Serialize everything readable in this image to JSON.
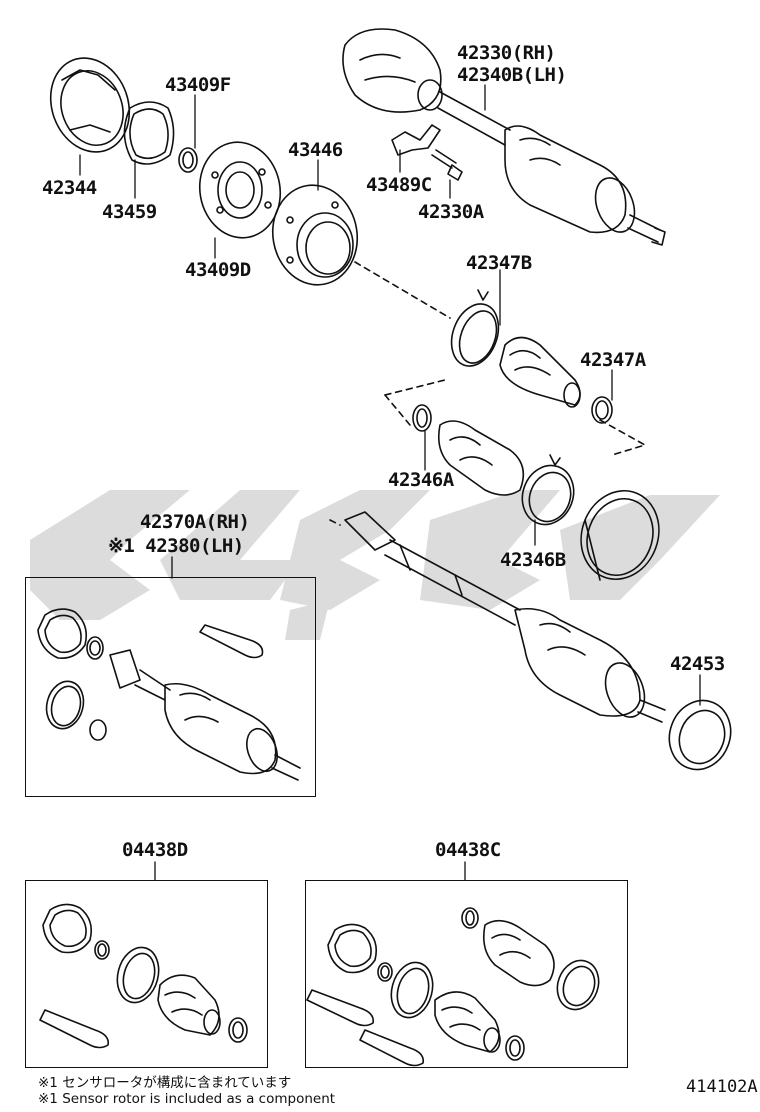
{
  "parts": {
    "p42330": "42330(RH)",
    "p42340B": "42340B(LH)",
    "p43409F": "43409F",
    "p43446": "43446",
    "p42344": "42344",
    "p43459": "43459",
    "p43489C": "43489C",
    "p42330A": "42330A",
    "p43409D": "43409D",
    "p42347B": "42347B",
    "p42347A": "42347A",
    "p42346A": "42346A",
    "p42346B": "42346B",
    "p42370A": "42370A(RH)",
    "p42380": "※1 42380(LH)",
    "p42453": "42453",
    "p04438D": "04438D",
    "p04438C": "04438C"
  },
  "notes": {
    "jp": "※1 センサロータが構成に含まれています",
    "en": "※1 Sensor rotor is included as a component"
  },
  "diagram_code": "414102A",
  "colors": {
    "line": "#111111",
    "watermark": "#d9d9d9"
  }
}
